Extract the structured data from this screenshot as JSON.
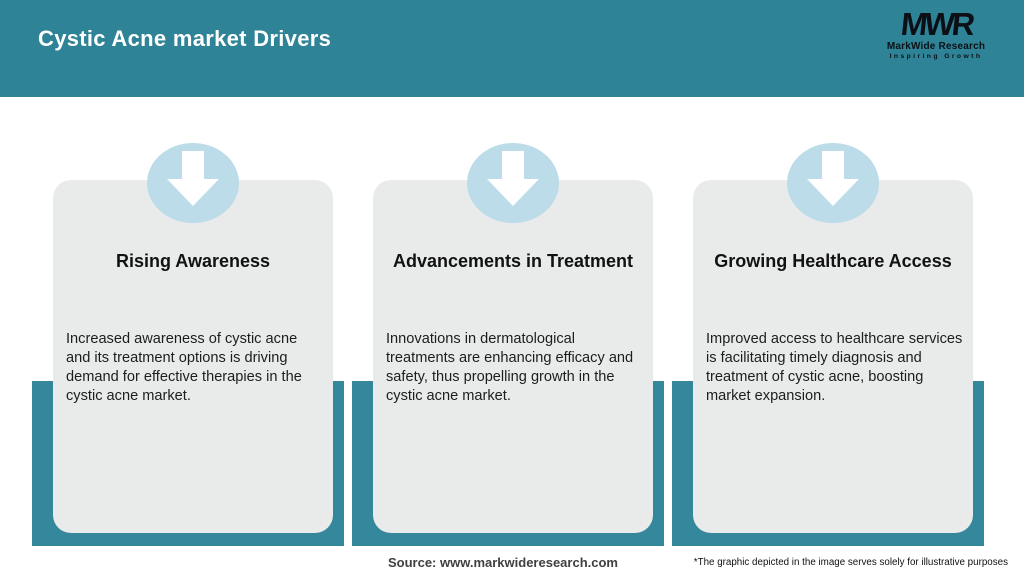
{
  "header": {
    "title": "Cystic Acne market Drivers",
    "logo": {
      "acronym": "MWR",
      "name": "MarkWide Research",
      "tagline": "Inspiring Growth"
    }
  },
  "cards": [
    {
      "icon": "down-arrow-icon",
      "title": "Rising Awareness",
      "description": "Increased awareness of cystic acne and its treatment options is driving demand for effective therapies in the cystic acne market."
    },
    {
      "icon": "down-arrow-icon",
      "title": "Advancements in Treatment",
      "description": "Innovations in dermatological treatments are enhancing efficacy and safety, thus propelling growth in the cystic acne market."
    },
    {
      "icon": "down-arrow-icon",
      "title": "Growing Healthcare Access",
      "description": "Improved access to healthcare services is facilitating timely diagnosis and treatment of cystic acne, boosting market expansion."
    }
  ],
  "footer": {
    "source": "Source: www.markwideresearch.com",
    "disclaimer": "*The graphic depicted in the image serves solely for illustrative purposes"
  },
  "colors": {
    "header_teal": "#2F8396",
    "backing_teal": "#35889B",
    "circle_blue": "#BCDCE9",
    "card_gray": "#E9EBEB"
  }
}
